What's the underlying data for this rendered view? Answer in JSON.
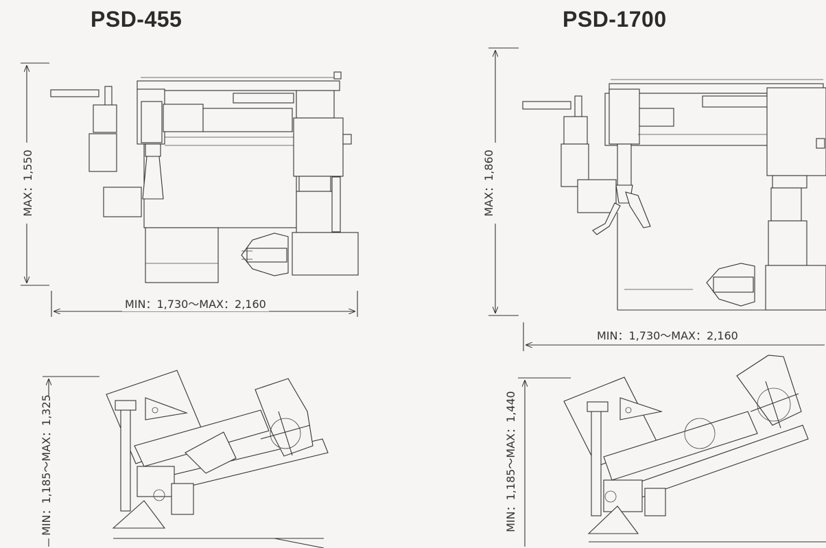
{
  "models": [
    {
      "name": "PSD-455",
      "dims": {
        "height": "MAX：1,550",
        "width": "MIN：1,730～MAX：2,160",
        "side_height": "MIN：1,185～MAX：1,325"
      }
    },
    {
      "name": "PSD-1700",
      "dims": {
        "height": "MAX：1,860",
        "width": "MIN：1,730～MAX：2,160",
        "side_height": "MIN：1,185～MAX：1,440"
      }
    }
  ]
}
